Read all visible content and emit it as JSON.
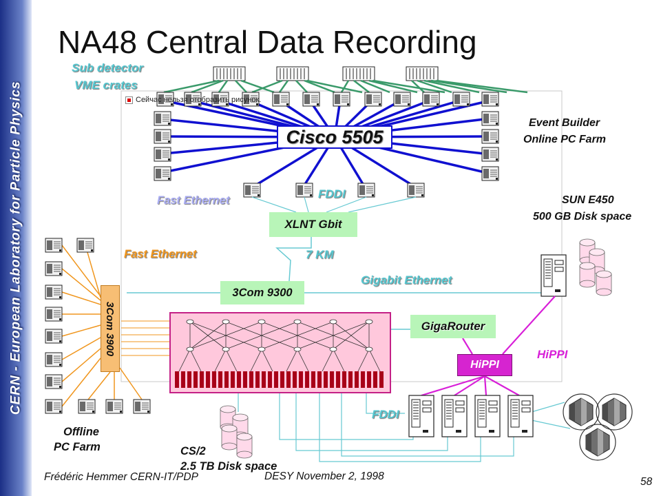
{
  "slide": {
    "title": "NA48 Central Data Recording",
    "sidebar": "CERN - European Laboratory for Particle Physics",
    "footer": {
      "author": "Frédéric Hemmer CERN-IT/PDP",
      "date": "DESY November 2, 1998",
      "page": "58"
    },
    "image_placeholder": "Сейчас нельзя отобразить рисунок."
  },
  "labels": {
    "sub_detector": [
      "Sub detector",
      "VME crates"
    ],
    "event_builder": [
      "Event Builder",
      "Online PC Farm"
    ],
    "sun": [
      "SUN E450",
      "500 GB Disk space"
    ],
    "fast_ethernet_top": "Fast Ethernet",
    "fast_ethernet_left": "Fast Ethernet",
    "fddi_top": "FDDI",
    "fddi_bottom": "FDDI",
    "seven_km": "7 KM",
    "gigabit_ethernet": "Gigabit Ethernet",
    "hippi": "HiPPI",
    "offline_farm": [
      "Offline",
      "PC Farm"
    ],
    "cs2": [
      "CS/2",
      "2.5 TB Disk space"
    ]
  },
  "boxes": {
    "cisco": "Cisco 5505",
    "xlnt": "XLNT Gbit",
    "com9300": "3Com 9300",
    "com3900": "3Com 3900",
    "gigarouter": "GigaRouter",
    "hippi": "HiPPI"
  },
  "colors": {
    "ethernet": "#1010d0",
    "vme": "#3a9a6a",
    "fddi": "#66c9d2",
    "gigabit": "#66c9d2",
    "fast_ethernet_offline": "#f0961e",
    "hippi": "#d81fd8",
    "switch_fill": "#ffc8dc",
    "switch_ports": "#a80018"
  },
  "icons": {
    "pc": "pc-tower-icon",
    "server": "server-icon",
    "disk": "disk-cylinder-icon",
    "tape": "tape-robot-icon",
    "vme": "vme-crate-icon",
    "broken_image": "broken-image-icon"
  }
}
